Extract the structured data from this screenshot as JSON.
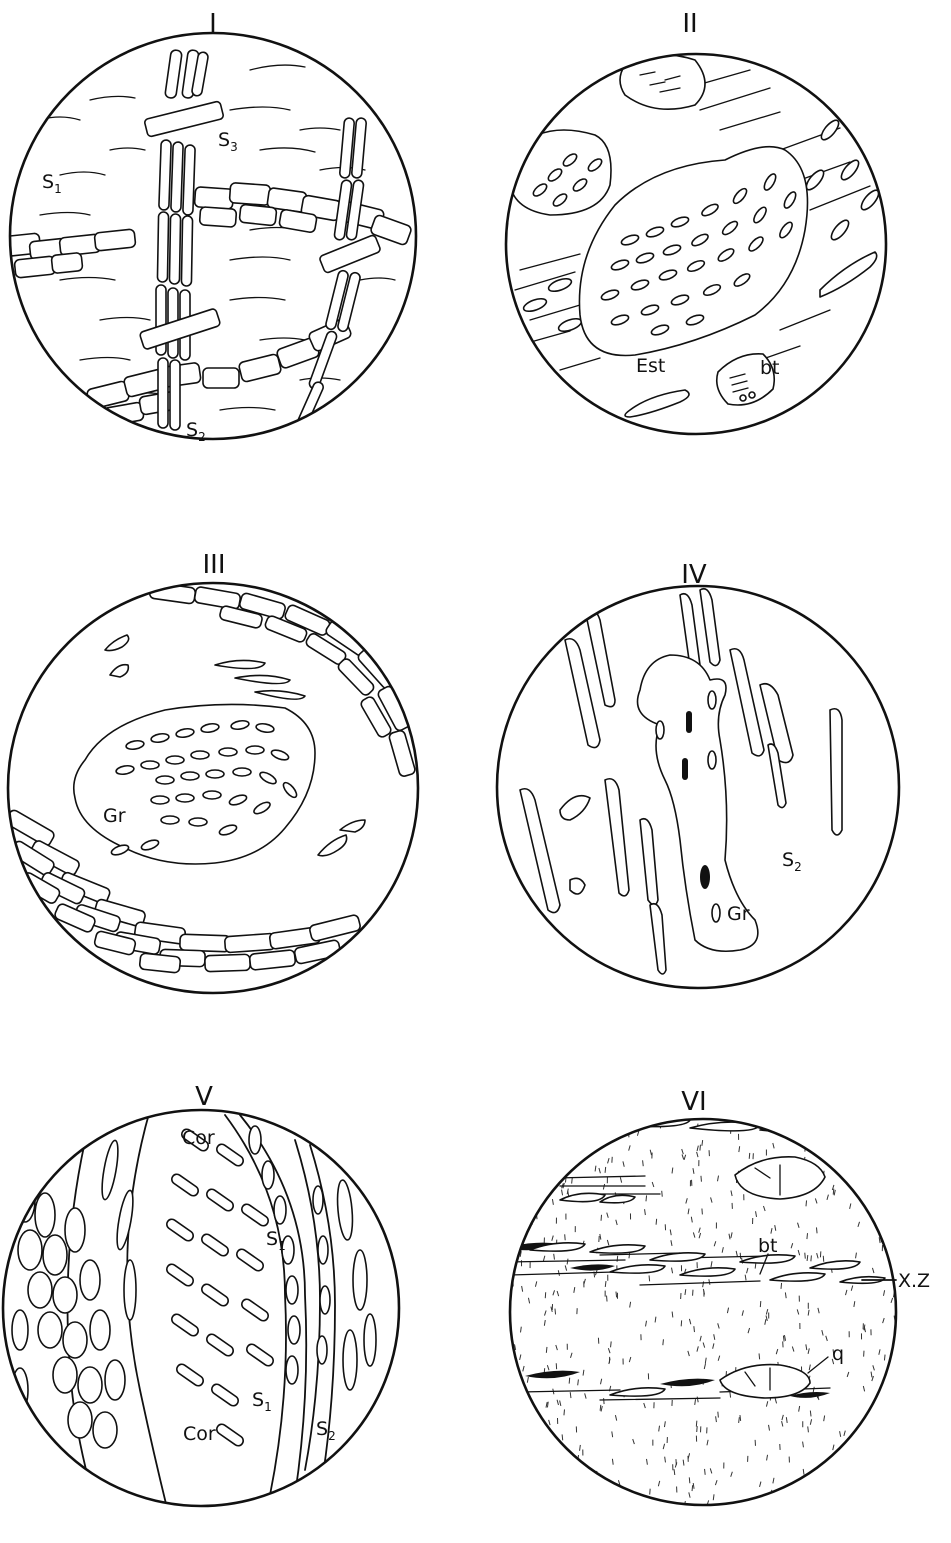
{
  "panels": [
    {
      "id": "I",
      "title": "I",
      "labels": {
        "s1": "S",
        "s1_sub": "1",
        "s2": "S",
        "s2_sub": "2",
        "s3": "S",
        "s3_sub": "3"
      }
    },
    {
      "id": "II",
      "title": "II",
      "labels": {
        "est": "Est",
        "bt": "bt"
      }
    },
    {
      "id": "III",
      "title": "III",
      "labels": {
        "gr": "Gr"
      }
    },
    {
      "id": "IV",
      "title": "IV",
      "labels": {
        "gr": "Gr",
        "s2": "S",
        "s2_sub": "2"
      }
    },
    {
      "id": "V",
      "title": "V",
      "labels": {
        "cor_top": "Cor",
        "cor_bottom": "Cor",
        "s1_upper": "S",
        "s1_upper_sub": "1",
        "s1_lower": "S",
        "s1_lower_sub": "1",
        "s2": "S",
        "s2_sub": "2"
      }
    },
    {
      "id": "VI",
      "title": "VI",
      "labels": {
        "bt": "bt",
        "q": "q",
        "xz": "X.Z"
      }
    }
  ]
}
